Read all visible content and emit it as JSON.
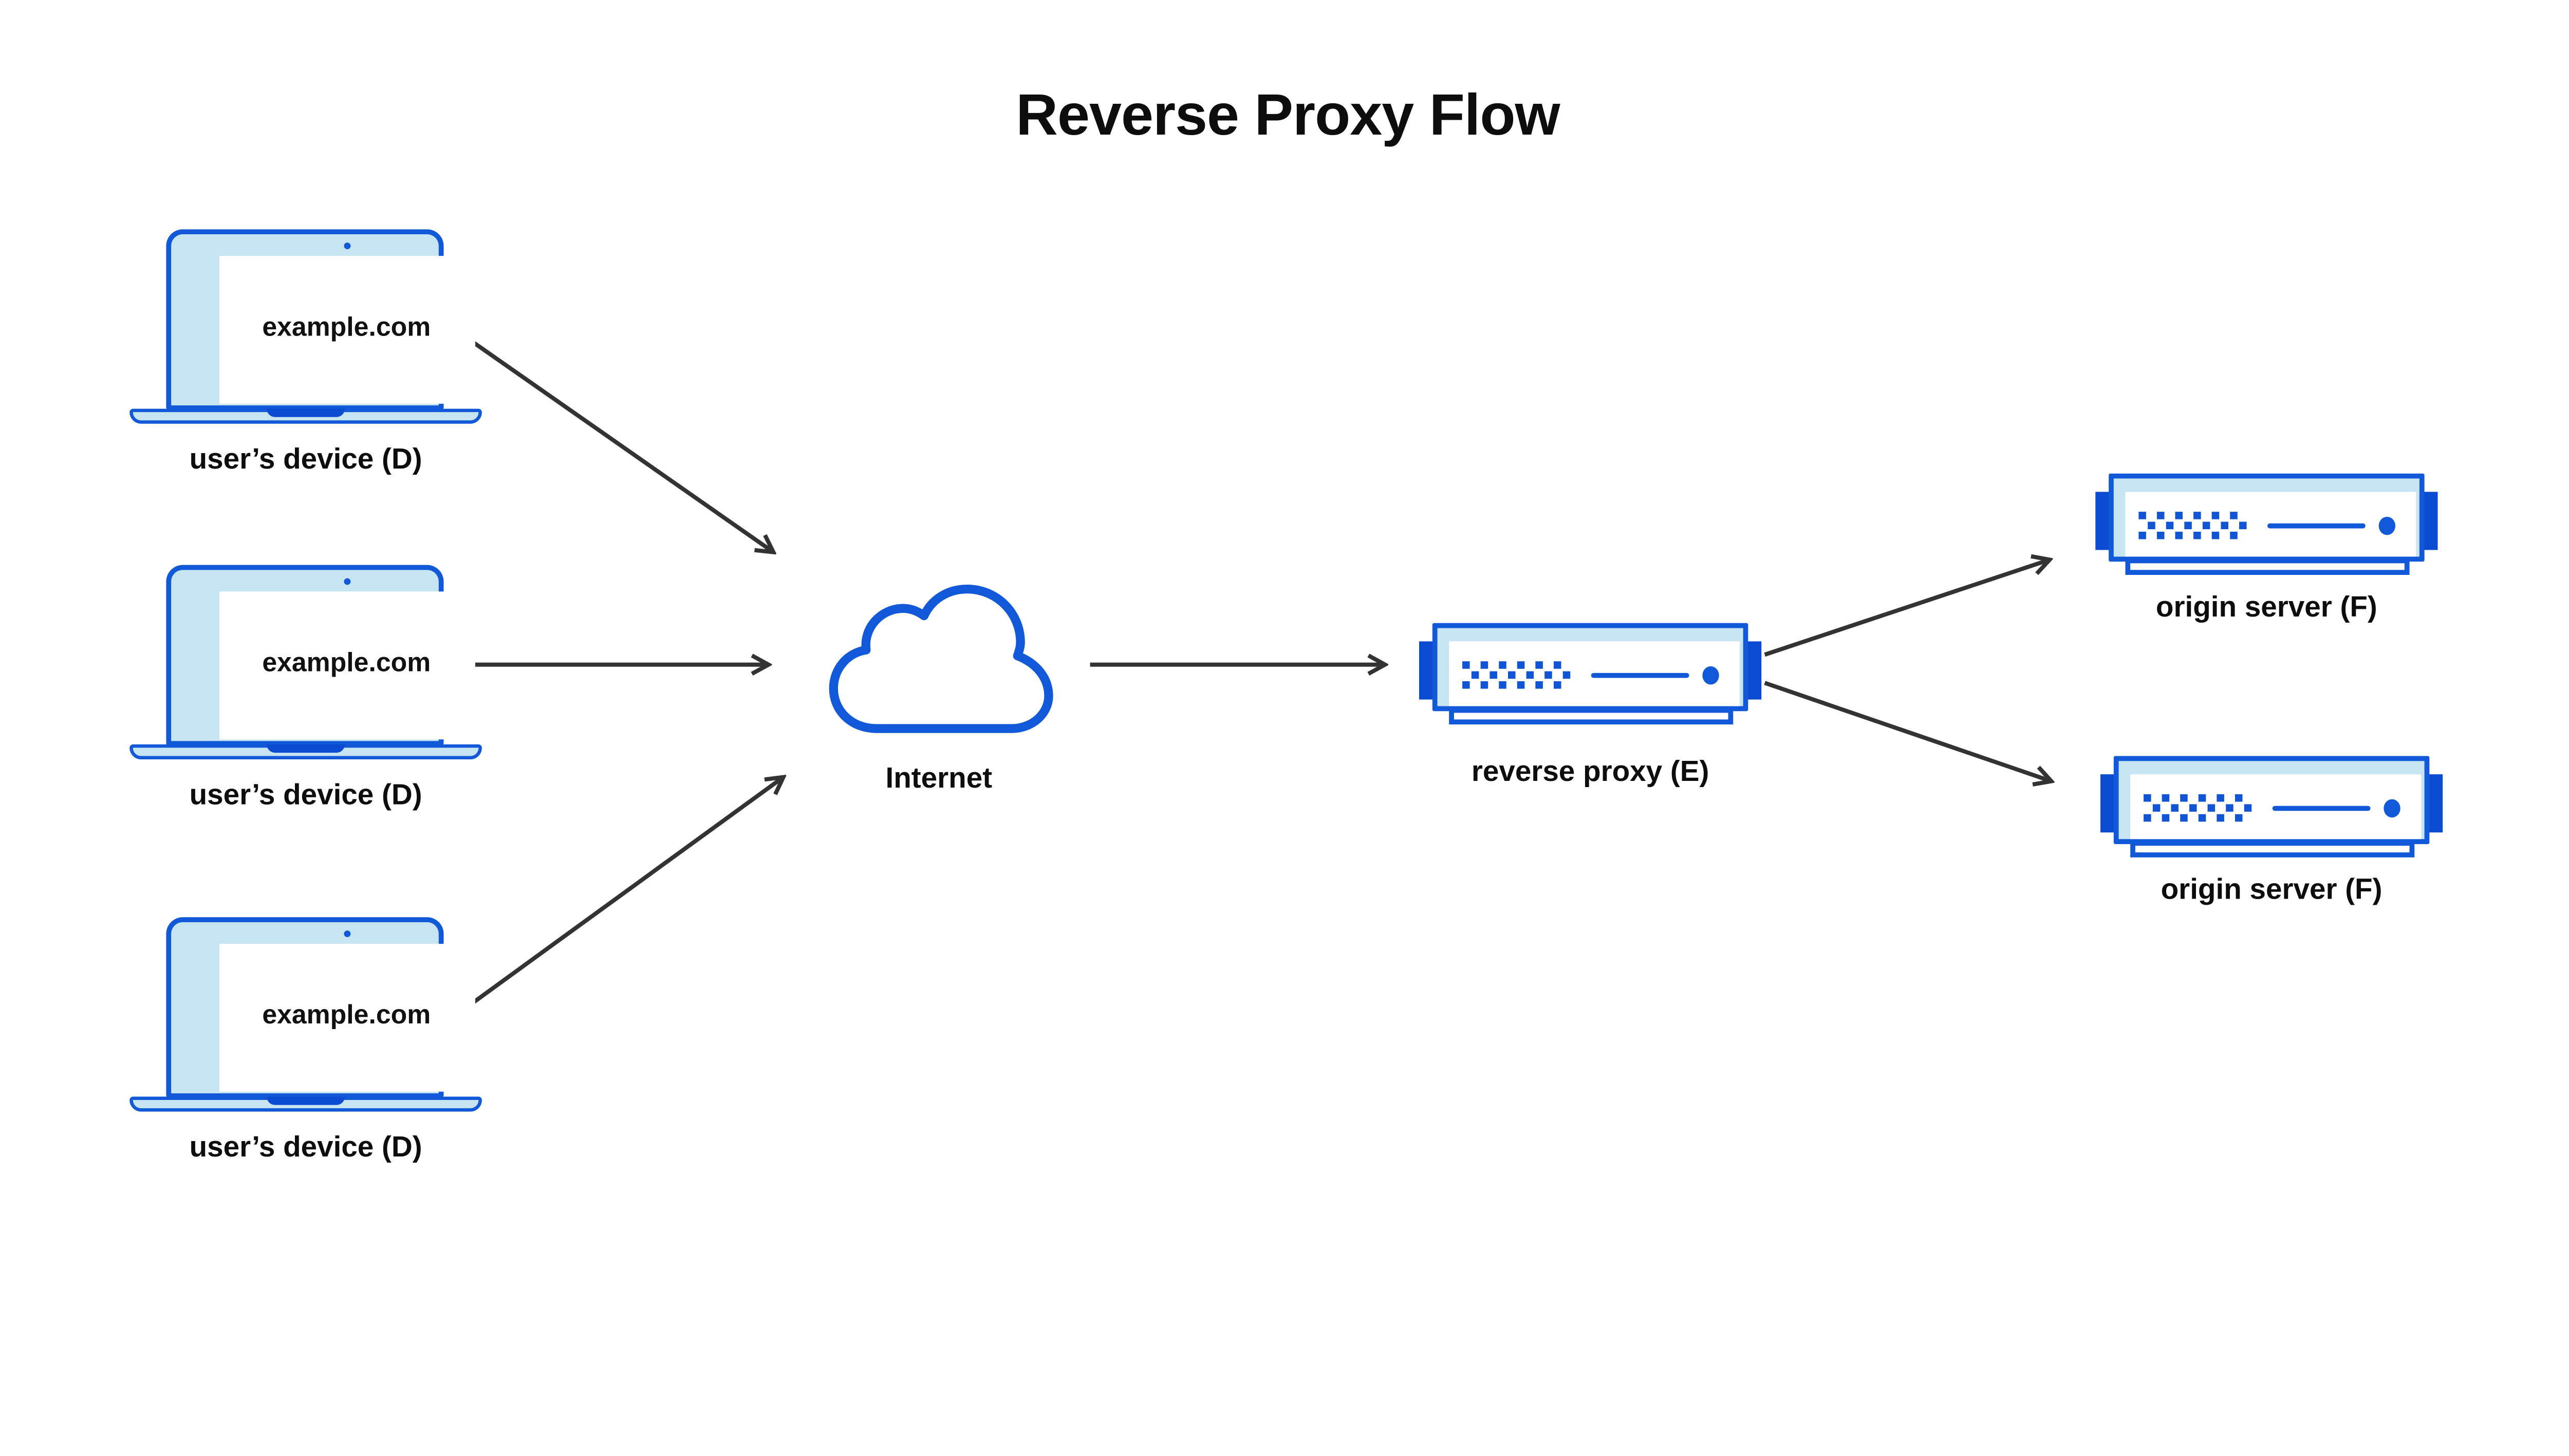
{
  "title": "Reverse Proxy Flow",
  "colors": {
    "primary_blue": "#1159D8",
    "dark_blue": "#0B4BD2",
    "square_blue": "#1155D4",
    "light_blue": "#C7E4F2",
    "arrow": "#333333",
    "text": "#0D0D0D"
  },
  "devices": [
    {
      "screen_text": "example.com",
      "caption": "user’s device (D)"
    },
    {
      "screen_text": "example.com",
      "caption": "user’s device (D)"
    },
    {
      "screen_text": "example.com",
      "caption": "user’s device (D)"
    }
  ],
  "internet": {
    "label": "Internet"
  },
  "reverse_proxy": {
    "label": "reverse proxy (E)"
  },
  "origin_servers": [
    {
      "label": "origin server (F)"
    },
    {
      "label": "origin server (F)"
    }
  ]
}
